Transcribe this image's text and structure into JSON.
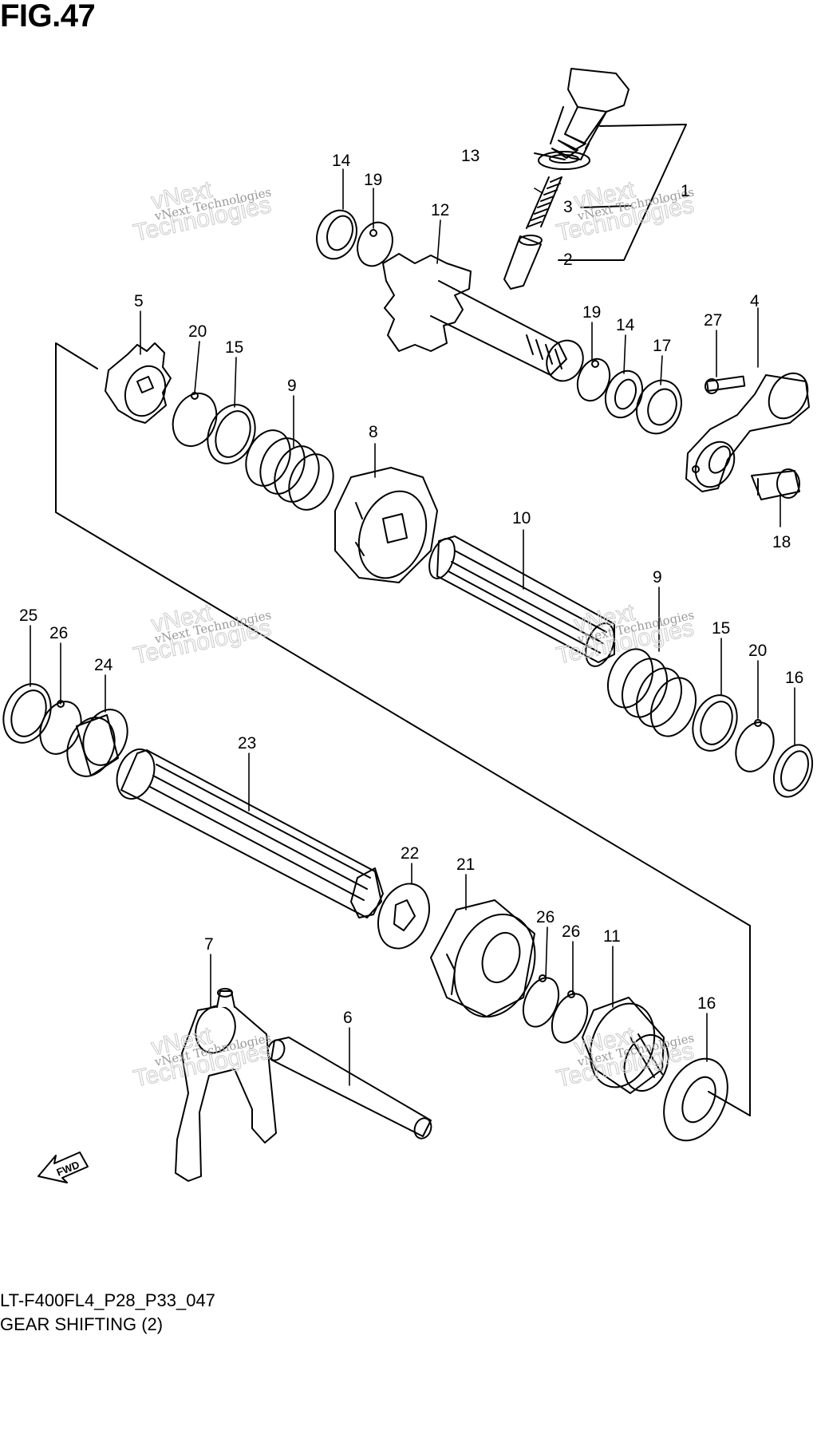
{
  "figure": {
    "title": "FIG.47",
    "model_code": "LT-F400FL4_P28_P33_047",
    "section_name": "GEAR SHIFTING (2)",
    "direction_label": "FWD"
  },
  "watermark": {
    "line_small": "vNext Technologies",
    "outline_word_1": "vNext",
    "outline_word_2": "Technologies"
  },
  "callouts": [
    "1",
    "2",
    "3",
    "4",
    "5",
    "6",
    "7",
    "8",
    "9",
    "9",
    "10",
    "11",
    "12",
    "13",
    "14",
    "14",
    "15",
    "15",
    "16",
    "16",
    "17",
    "18",
    "19",
    "19",
    "20",
    "20",
    "21",
    "22",
    "23",
    "24",
    "25",
    "26",
    "26",
    "26",
    "27"
  ],
  "colors": {
    "line": "#000000",
    "watermark": "#9a9a9a"
  }
}
